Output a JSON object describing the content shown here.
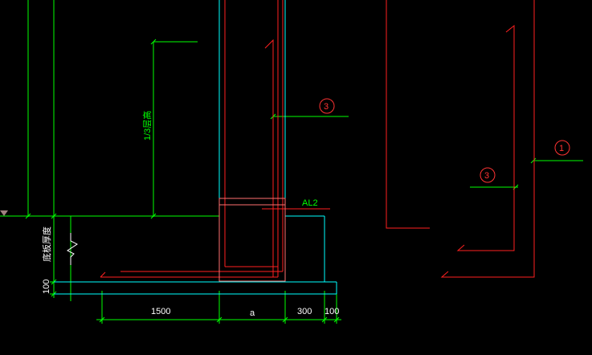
{
  "colors": {
    "background": "#000000",
    "green": "#00ff00",
    "cyan": "#00ffff",
    "red": "#ff2020",
    "light_red": "#ff7070",
    "white": "#ffffff",
    "grey": "#a08080"
  },
  "annotations": {
    "height_note": "1/3层高",
    "slab_note": "底板厚度",
    "beam_tag": "AL2",
    "bar_3_left": "3",
    "bar_3_right": "3",
    "bar_1_right": "1"
  },
  "dimensions": {
    "dim_100_vertical": "100",
    "dim_1500": "1500",
    "dim_a": "a",
    "dim_300": "300",
    "dim_100": "100"
  },
  "icons": {
    "break_symbol": "zigzag-break-icon",
    "elevation_marker": "triangle-marker-icon"
  }
}
